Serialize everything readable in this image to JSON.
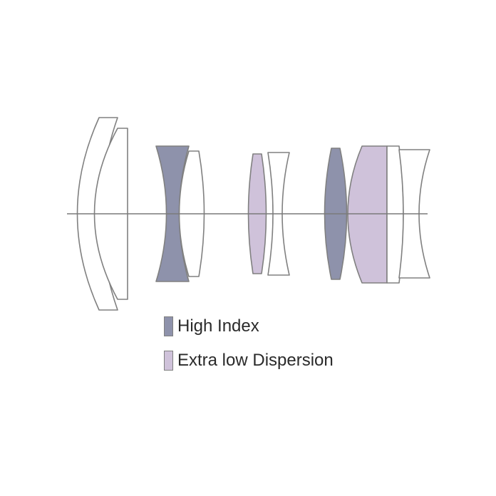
{
  "colors": {
    "high_index": "#8e92ab",
    "extra_low_dispersion": "#cfc2da",
    "plain_glass": "#ffffff",
    "outline": "#808080"
  },
  "legend": {
    "items": [
      {
        "label": "High Index",
        "glass": "high_index"
      },
      {
        "label": "Extra low Dispersion",
        "glass": "extra_low_dispersion"
      }
    ]
  },
  "elements": [
    {
      "id": "e1",
      "glass": "plain_glass"
    },
    {
      "id": "e2",
      "glass": "plain_glass"
    },
    {
      "id": "e3",
      "glass": "high_index"
    },
    {
      "id": "e4",
      "glass": "plain_glass"
    },
    {
      "id": "e5",
      "glass": "extra_low_dispersion"
    },
    {
      "id": "e6",
      "glass": "plain_glass"
    },
    {
      "id": "e7",
      "glass": "high_index"
    },
    {
      "id": "e8",
      "glass": "extra_low_dispersion"
    },
    {
      "id": "e9",
      "glass": "plain_glass"
    },
    {
      "id": "e10",
      "glass": "plain_glass"
    }
  ]
}
